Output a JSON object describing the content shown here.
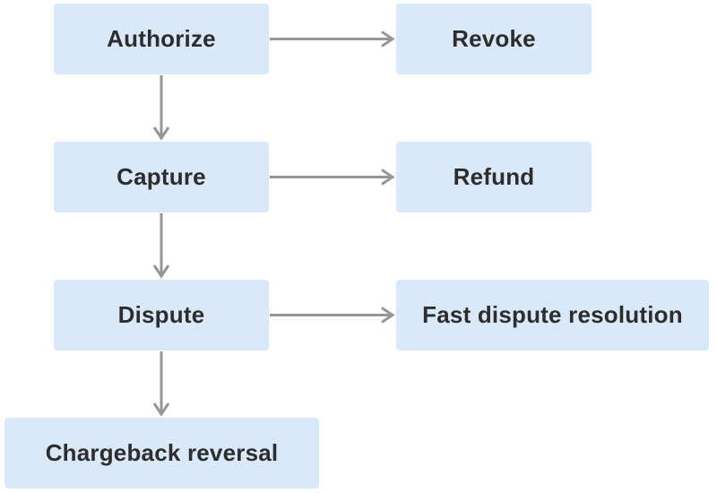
{
  "diagram": {
    "type": "flowchart",
    "background_color": "#ffffff",
    "node_fill_color": "#dae9fa",
    "node_text_color": "#2d2d2d",
    "arrow_color": "#969696",
    "nodes": [
      {
        "id": "authorize",
        "label": "Authorize"
      },
      {
        "id": "revoke",
        "label": "Revoke"
      },
      {
        "id": "capture",
        "label": "Capture"
      },
      {
        "id": "refund",
        "label": "Refund"
      },
      {
        "id": "dispute",
        "label": "Dispute"
      },
      {
        "id": "fast-dispute-resolution",
        "label": "Fast dispute resolution"
      },
      {
        "id": "chargeback-reversal",
        "label": "Chargeback reversal"
      }
    ],
    "edges": [
      {
        "from": "authorize",
        "to": "revoke",
        "direction": "right"
      },
      {
        "from": "authorize",
        "to": "capture",
        "direction": "down"
      },
      {
        "from": "capture",
        "to": "refund",
        "direction": "right"
      },
      {
        "from": "capture",
        "to": "dispute",
        "direction": "down"
      },
      {
        "from": "dispute",
        "to": "fast-dispute-resolution",
        "direction": "right"
      },
      {
        "from": "dispute",
        "to": "chargeback-reversal",
        "direction": "down"
      }
    ]
  }
}
